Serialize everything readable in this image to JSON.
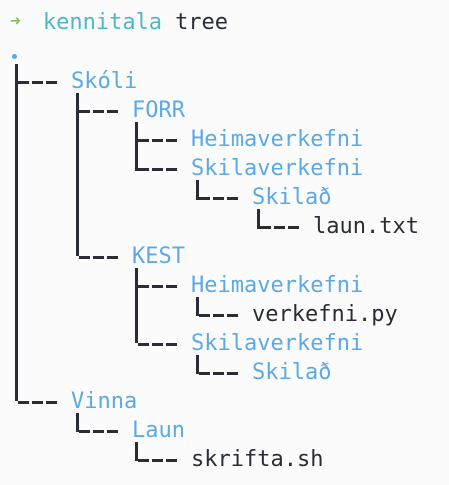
{
  "prompt": {
    "arrow": "➜",
    "directory": "kennitala",
    "command": "tree"
  },
  "tree": {
    "root": ".",
    "nodes": [
      {
        "name": "Skóli",
        "kind": "dir"
      },
      {
        "name": "FORR",
        "kind": "dir"
      },
      {
        "name": "Heimaverkefni",
        "kind": "dir"
      },
      {
        "name": "Skilaverkefni",
        "kind": "dir"
      },
      {
        "name": "Skilað",
        "kind": "dir"
      },
      {
        "name": "laun.txt",
        "kind": "file"
      },
      {
        "name": "KEST",
        "kind": "dir"
      },
      {
        "name": "Heimaverkefni",
        "kind": "dir"
      },
      {
        "name": "verkefni.py",
        "kind": "file"
      },
      {
        "name": "Skilaverkefni",
        "kind": "dir"
      },
      {
        "name": "Skilað",
        "kind": "dir"
      },
      {
        "name": "Vinna",
        "kind": "dir"
      },
      {
        "name": "Laun",
        "kind": "dir"
      },
      {
        "name": "skrifta.sh",
        "kind": "file"
      }
    ]
  },
  "colors": {
    "background": "#fbfbfb",
    "directory": "#5ca9e6",
    "file": "#2a2d36",
    "prompt_arrow": "#86c05c",
    "prompt_dir": "#4fb8c4"
  }
}
